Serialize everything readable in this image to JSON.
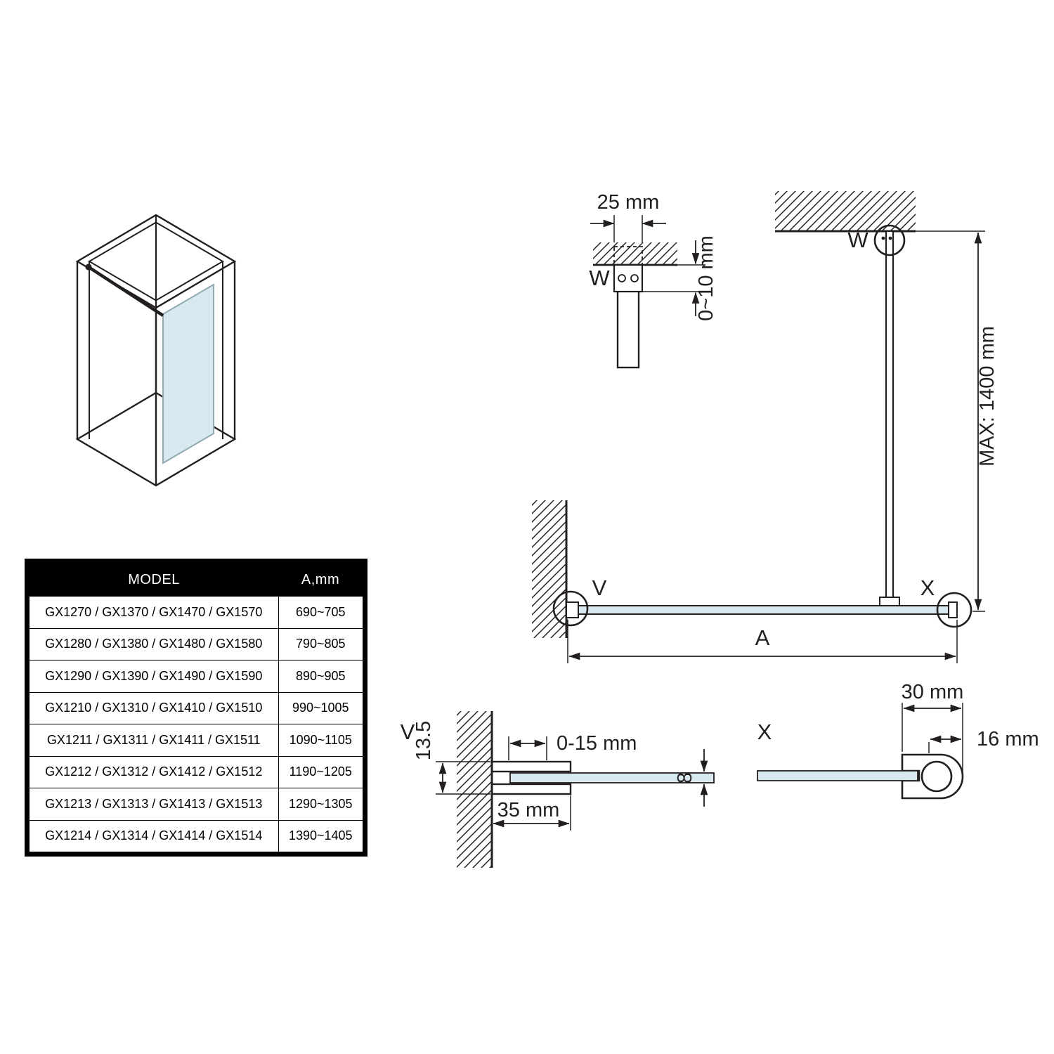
{
  "colors": {
    "glass": "#d7e9ee",
    "line": "#231f20"
  },
  "table": {
    "header": {
      "model": "MODEL",
      "a": "A,mm"
    },
    "rows": [
      {
        "model": "GX1270 / GX1370 / GX1470 / GX1570",
        "a": "690~705"
      },
      {
        "model": "GX1280 / GX1380 / GX1480 / GX1580",
        "a": "790~805"
      },
      {
        "model": "GX1290 / GX1390 / GX1490 / GX1590",
        "a": "890~905"
      },
      {
        "model": "GX1210 / GX1310 / GX1410 / GX1510",
        "a": "990~1005"
      },
      {
        "model": "GX1211 / GX1311 / GX1411 / GX1511",
        "a": "1090~1105"
      },
      {
        "model": "GX1212 / GX1312 / GX1412 / GX1512",
        "a": "1190~1205"
      },
      {
        "model": "GX1213 / GX1313 / GX1413 / GX1513",
        "a": "1290~1305"
      },
      {
        "model": "GX1214 / GX1314 / GX1414 / GX1514",
        "a": "1390~1405"
      }
    ]
  },
  "diagram": {
    "detail_w": {
      "label": "W",
      "width": "25 mm",
      "gap": "0~10 mm"
    },
    "elevation": {
      "w": "W",
      "v": "V",
      "x": "X",
      "a": "A",
      "max": "MAX: 1400 mm"
    },
    "detail_v": {
      "label": "V",
      "profile_width": "13.5",
      "adjust": "0-15 mm",
      "depth": "35 mm",
      "glass_thickness": "8"
    },
    "detail_x": {
      "label": "X",
      "width": "30 mm",
      "height": "16 mm"
    }
  }
}
